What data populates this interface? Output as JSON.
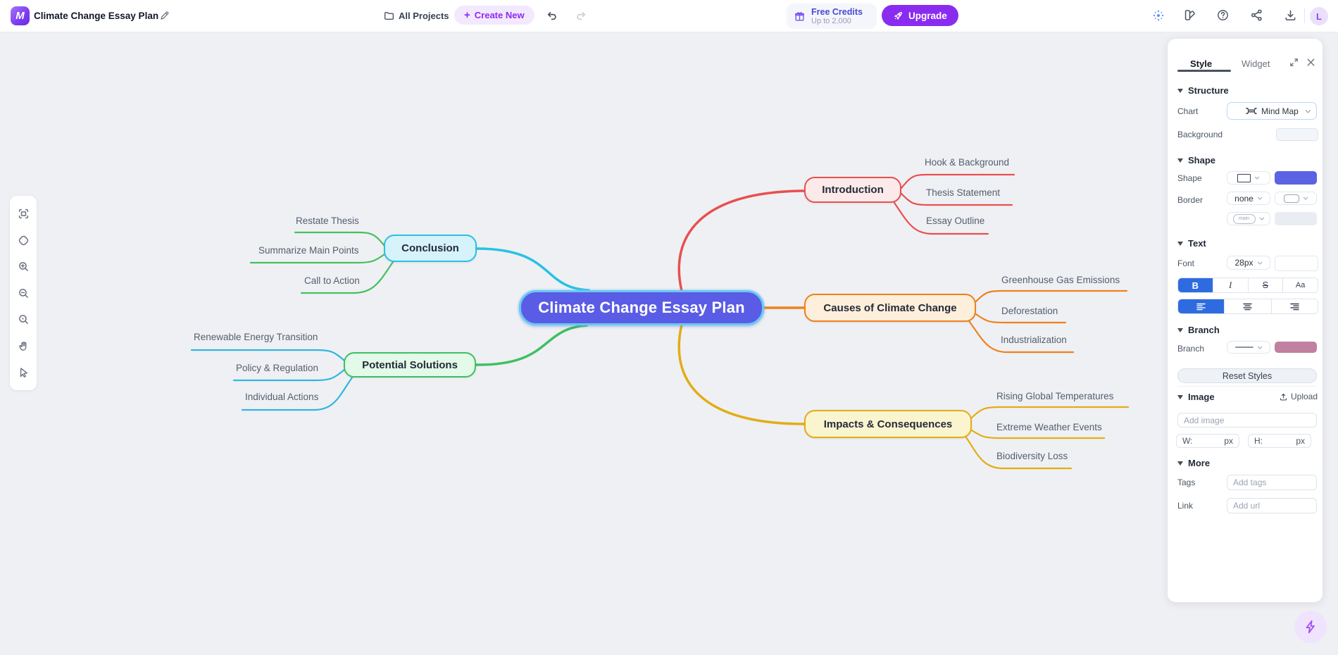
{
  "header": {
    "logo_letter": "M",
    "title": "Climate Change Essay Plan",
    "all_projects": "All Projects",
    "create_new": "Create New",
    "free_credits_line1": "Free Credits",
    "free_credits_line2": "Up to 2,000",
    "upgrade": "Upgrade",
    "avatar_initial": "L"
  },
  "left_toolbar": {
    "icons": [
      "fit-view",
      "locate",
      "zoom-in",
      "zoom-out",
      "zoom-reset",
      "pan-hand",
      "select-cursor"
    ]
  },
  "mindmap": {
    "center": {
      "label": "Climate Change Essay Plan",
      "fill": "#5a5ce6",
      "border": "#6ac7f2"
    },
    "branches": [
      {
        "label": "Introduction",
        "color": "#e8504f",
        "fill": "#fce9e9",
        "children": [
          "Hook & Background",
          "Thesis Statement",
          "Essay Outline"
        ]
      },
      {
        "label": "Causes of Climate Change",
        "color": "#ef811b",
        "fill": "#fdefdb",
        "children": [
          "Greenhouse Gas Emissions",
          "Deforestation",
          "Industrialization"
        ]
      },
      {
        "label": "Impacts & Consequences",
        "color": "#e2ad14",
        "fill": "#faf5cf",
        "children": [
          "Rising Global Temperatures",
          "Extreme Weather Events",
          "Biodiversity Loss"
        ]
      },
      {
        "label": "Conclusion",
        "color": "#27c2e2",
        "child_line_color": "#44c05f",
        "fill": "#d6f3fb",
        "children": [
          "Restate Thesis",
          "Summarize Main Points",
          "Call to Action"
        ]
      },
      {
        "label": "Potential Solutions",
        "color": "#3ec061",
        "child_line_color": "#30b6e2",
        "fill": "#e3fae9",
        "children": [
          "Renewable Energy Transition",
          "Policy & Regulation",
          "Individual Actions"
        ]
      }
    ]
  },
  "panel": {
    "tabs": {
      "style": "Style",
      "widget": "Widget"
    },
    "structure": {
      "title": "Structure",
      "chart_label": "Chart",
      "chart_value": "Mind Map",
      "background_label": "Background",
      "background_swatch": "#f2f5f9"
    },
    "shape": {
      "title": "Shape",
      "shape_label": "Shape",
      "shape_color": "#5b63e2",
      "border_label": "Border",
      "border_style": "none",
      "main_label": "main"
    },
    "text": {
      "title": "Text",
      "font_label": "Font",
      "font_size": "28px",
      "format_buttons": [
        "B",
        "I",
        "S",
        "Aa"
      ],
      "active_format": "B",
      "active_align": "align-left",
      "active_color": "#2e6be0"
    },
    "branch": {
      "title": "Branch",
      "branch_label": "Branch",
      "branch_color": "#c0809f"
    },
    "reset_button": "Reset Styles",
    "image": {
      "title": "Image",
      "upload": "Upload",
      "add_image_placeholder": "Add image",
      "w_label": "W:",
      "h_label": "H:",
      "px": "px"
    },
    "more": {
      "title": "More",
      "tags_label": "Tags",
      "tags_placeholder": "Add tags",
      "link_label": "Link",
      "link_placeholder": "Add url"
    }
  }
}
